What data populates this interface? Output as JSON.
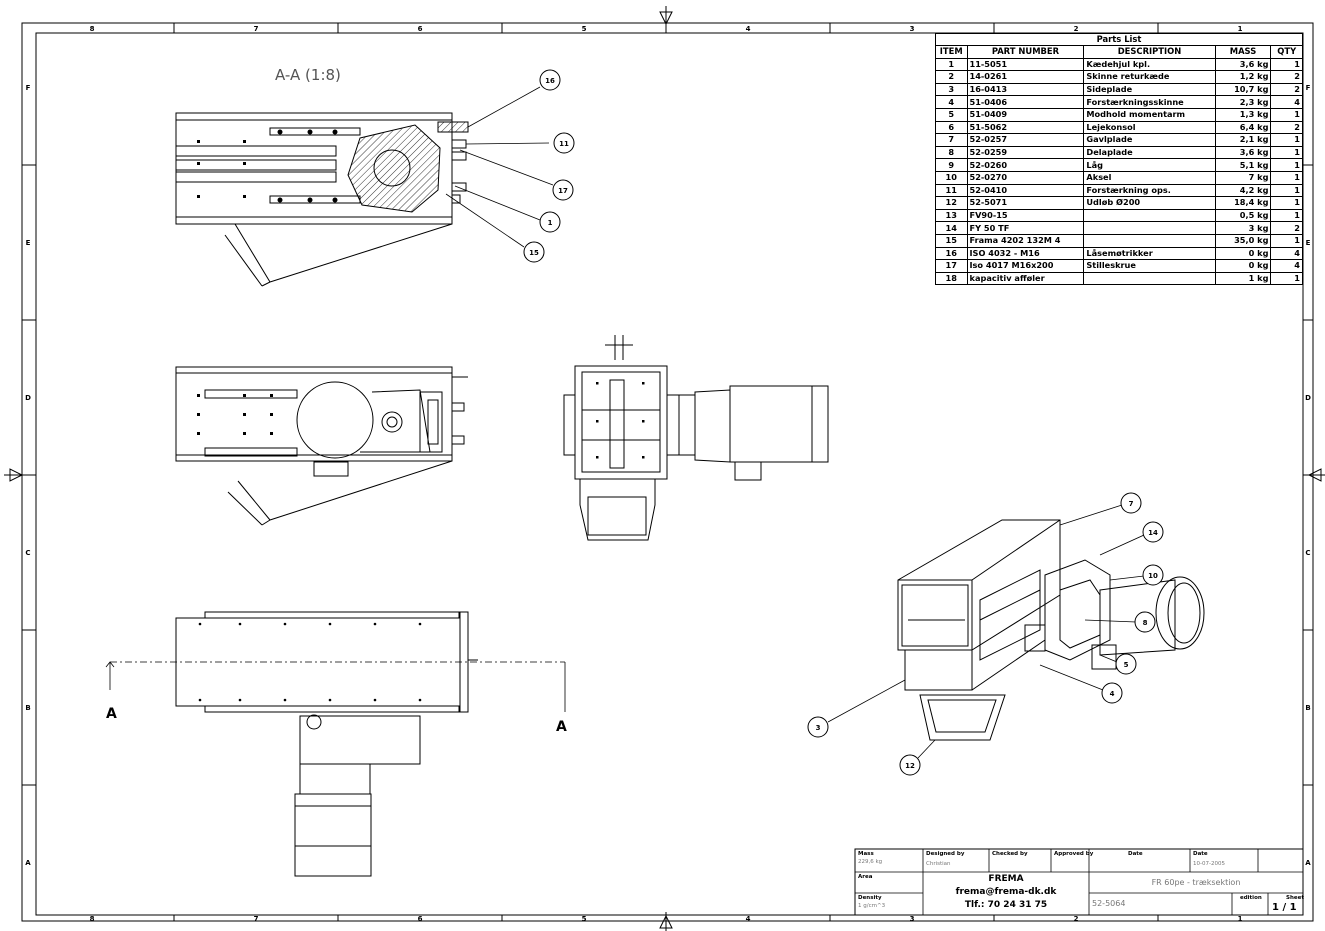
{
  "drawing": {
    "section_label": "A-A (1:8)",
    "section_marker": "A",
    "border_cols_top": [
      "8",
      "7",
      "6",
      "5",
      "4",
      "3",
      "2",
      "1"
    ],
    "border_cols_bottom": [
      "8",
      "7",
      "6",
      "5",
      "4",
      "3",
      "2",
      "1"
    ],
    "border_rows_left": [
      "F",
      "E",
      "D",
      "C",
      "B",
      "A"
    ],
    "border_rows_right": [
      "F",
      "E",
      "D",
      "C",
      "B",
      "A"
    ]
  },
  "balloons_top": [
    "16",
    "11",
    "17",
    "1",
    "15"
  ],
  "balloons_iso": [
    "7",
    "14",
    "10",
    "8",
    "5",
    "4",
    "3",
    "12"
  ],
  "parts_list": {
    "title": "Parts List",
    "headers": [
      "ITEM",
      "PART NUMBER",
      "DESCRIPTION",
      "MASS",
      "QTY"
    ],
    "rows": [
      [
        "1",
        "11-5051",
        "Kædehjul kpl.",
        "3,6 kg",
        "1"
      ],
      [
        "2",
        "14-0261",
        "Skinne returkæde",
        "1,2 kg",
        "2"
      ],
      [
        "3",
        "16-0413",
        "Sideplade",
        "10,7 kg",
        "2"
      ],
      [
        "4",
        "51-0406",
        "Forstærkningsskinne",
        "2,3 kg",
        "4"
      ],
      [
        "5",
        "51-0409",
        "Modhold momentarm",
        "1,3 kg",
        "1"
      ],
      [
        "6",
        "51-5062",
        "Lejekonsol",
        "6,4 kg",
        "2"
      ],
      [
        "7",
        "52-0257",
        "Gavlplade",
        "2,1 kg",
        "1"
      ],
      [
        "8",
        "52-0259",
        "Delaplade",
        "3,6 kg",
        "1"
      ],
      [
        "9",
        "52-0260",
        "Låg",
        "5,1 kg",
        "1"
      ],
      [
        "10",
        "52-0270",
        "Aksel",
        "7 kg",
        "1"
      ],
      [
        "11",
        "52-0410",
        "Forstærkning ops.",
        "4,2 kg",
        "1"
      ],
      [
        "12",
        "52-5071",
        "Udløb Ø200",
        "18,4 kg",
        "1"
      ],
      [
        "13",
        "FV90-15",
        "",
        "0,5 kg",
        "1"
      ],
      [
        "14",
        "FY 50 TF",
        "",
        "3 kg",
        "2"
      ],
      [
        "15",
        "Frama 4202 132M 4",
        "",
        "35,0 kg",
        "1"
      ],
      [
        "16",
        "ISO 4032 - M16",
        "Låsemøtrikker",
        "0 kg",
        "4"
      ],
      [
        "17",
        "Iso 4017 M16x200",
        "Stilleskrue",
        "0 kg",
        "4"
      ],
      [
        "18",
        "kapacitiv afføler",
        "",
        "1 kg",
        "1"
      ]
    ]
  },
  "title_block": {
    "mass_label": "Mass",
    "mass_value": "229,6 kg",
    "area_label": "Area",
    "area_value": "",
    "density_label": "Density",
    "density_value": "1 g/cm^3",
    "designed_label": "Designed by",
    "designed_value": "Christian",
    "checked_label": "Checked by",
    "checked_value": "",
    "approved_label": "Approved by",
    "approved_value": "",
    "date_label": "Date",
    "date_value": "",
    "date2_label": "Date",
    "date2_value": "10-07-2005",
    "company_name": "FREMA",
    "company_email": "frema@frema-dk.dk",
    "company_phone": "Tlf.: 70 24 31 75",
    "drawing_title": "FR 60pe - træksektion",
    "drawing_number": "52-5064",
    "edition_label": "edition",
    "edition_value": "",
    "sheet_label": "Sheet",
    "sheet_value": "1 / 1"
  }
}
